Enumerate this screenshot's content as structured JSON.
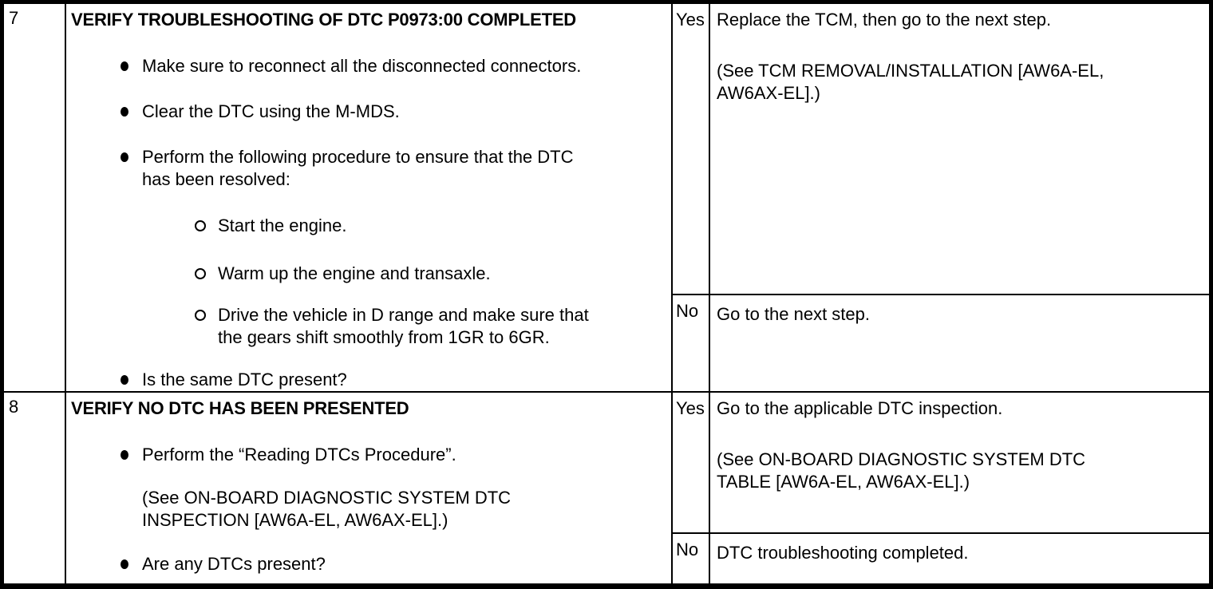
{
  "document": {
    "kind": "diagnostic-troubleshooting-table",
    "text_color": "#000000",
    "border_color": "#000000",
    "background_color": "#ffffff"
  },
  "table": {
    "rows": [
      {
        "step": "7",
        "action": {
          "title": "VERIFY TROUBLESHOOTING OF DTC P0973:00 COMPLETED",
          "bullets": [
            {
              "level": 1,
              "text": "Make sure to reconnect all the disconnected connectors."
            },
            {
              "level": 1,
              "text": "Clear the DTC using the M-MDS."
            },
            {
              "level": 1,
              "text": "Perform the following procedure to ensure that the DTC has been resolved:"
            },
            {
              "level": 2,
              "text": "Start the engine."
            },
            {
              "level": 2,
              "text": "Warm up the engine and transaxle."
            },
            {
              "level": 2,
              "text": "Drive the vehicle in D range and make sure that the gears shift smoothly from 1GR to 6GR."
            },
            {
              "level": 1,
              "text": "Is the same DTC present?"
            }
          ]
        },
        "yes": {
          "label": "Yes",
          "paragraphs": [
            "Replace the TCM, then go to the next step.",
            "(See TCM REMOVAL/INSTALLATION [AW6A-EL, AW6AX-EL].)"
          ]
        },
        "no": {
          "label": "No",
          "paragraphs": [
            "Go to the next step."
          ]
        }
      },
      {
        "step": "8",
        "action": {
          "title": "VERIFY NO DTC HAS BEEN PRESENTED",
          "bullets": [
            {
              "level": 1,
              "text": "Perform the “Reading DTCs Procedure”."
            },
            {
              "level": 0,
              "text": "(See ON-BOARD DIAGNOSTIC SYSTEM DTC INSPECTION [AW6A-EL, AW6AX-EL].)"
            },
            {
              "level": 1,
              "text": "Are any DTCs present?"
            }
          ]
        },
        "yes": {
          "label": "Yes",
          "paragraphs": [
            "Go to the applicable DTC inspection.",
            "(See ON-BOARD DIAGNOSTIC SYSTEM DTC TABLE [AW6A-EL, AW6AX-EL].)"
          ]
        },
        "no": {
          "label": "No",
          "paragraphs": [
            "DTC troubleshooting completed."
          ]
        }
      }
    ]
  }
}
